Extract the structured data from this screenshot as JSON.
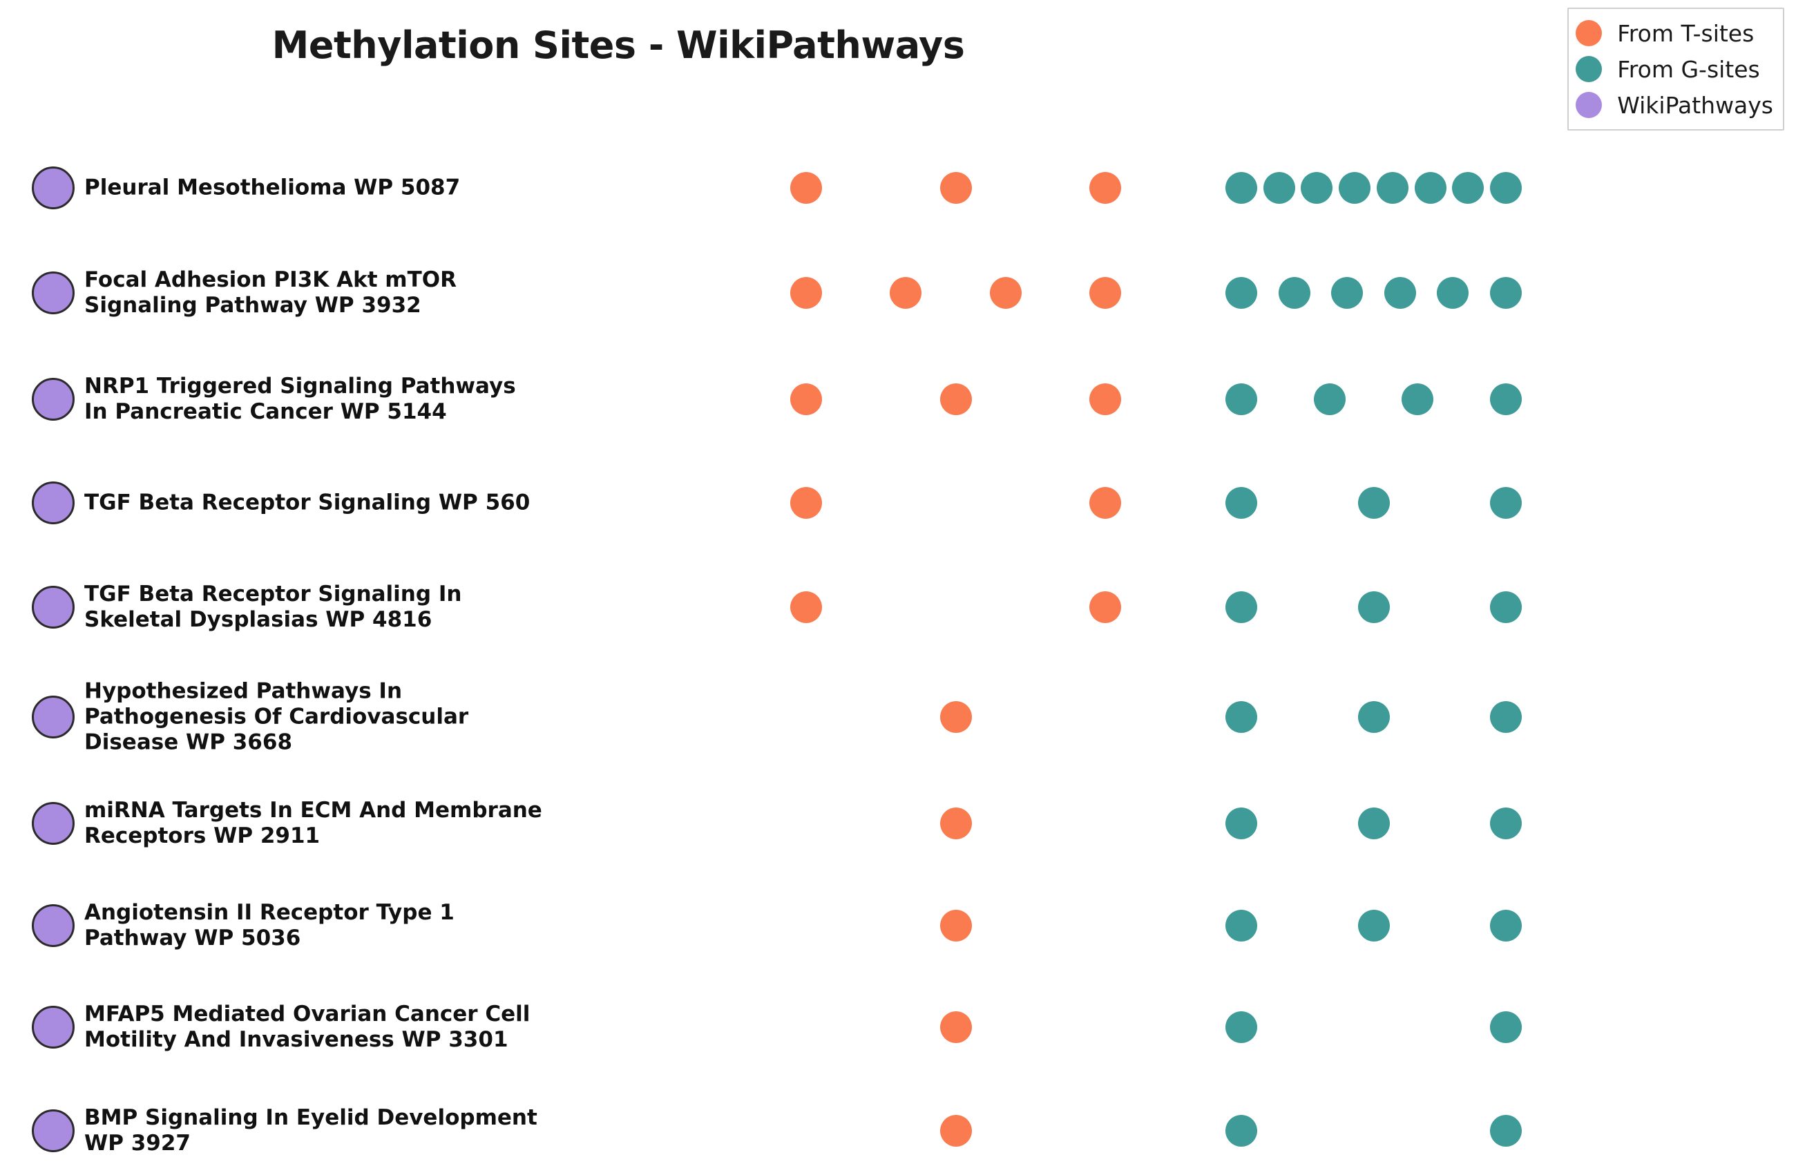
{
  "title": "Methylation Sites - WikiPathways",
  "colors": {
    "t_sites": "#F97B4F",
    "g_sites": "#3E9B97",
    "wikipathways": "#A98BE0",
    "node_border": "#2b2b2b",
    "background": "#ffffff",
    "text": "#111111"
  },
  "legend": {
    "position": "top-right",
    "items": [
      {
        "label": "From T-sites",
        "color": "#F97B4F",
        "marker": "circle"
      },
      {
        "label": "From G-sites",
        "color": "#3E9B97",
        "marker": "circle"
      },
      {
        "label": "WikiPathways",
        "color": "#A98BE0",
        "marker": "circle"
      }
    ]
  },
  "chart_data": {
    "type": "scatter",
    "title": "Methylation Sites - WikiPathways",
    "xlabel": "",
    "ylabel": "",
    "grid": false,
    "legend_position": "upper right",
    "series": [
      {
        "name": "From T-sites",
        "color": "#F97B4F"
      },
      {
        "name": "From G-sites",
        "color": "#3E9B97"
      },
      {
        "name": "WikiPathways",
        "color": "#A98BE0"
      }
    ],
    "categories": [
      "Pleural Mesothelioma WP 5087",
      "Focal Adhesion PI3K Akt mTOR Signaling Pathway WP 3932",
      "NRP1 Triggered Signaling Pathways In Pancreatic Cancer WP 5144",
      "TGF Beta Receptor Signaling WP 560",
      "TGF Beta Receptor Signaling In Skeletal Dysplasias WP 4816",
      "Hypothesized Pathways In Pathogenesis Of Cardiovascular Disease WP 3668",
      "miRNA Targets In ECM And Membrane Receptors WP 2911",
      "Angiotensin II Receptor Type 1 Pathway WP 5036",
      "MFAP5 Mediated Ovarian Cancer Cell Motility And Invasiveness WP 3301",
      "BMP Signaling In Eyelid Development WP 3927"
    ],
    "t_site_counts": [
      3,
      4,
      3,
      2,
      2,
      1,
      1,
      1,
      1,
      1
    ],
    "g_site_counts": [
      8,
      6,
      4,
      3,
      3,
      3,
      3,
      3,
      2,
      2
    ]
  },
  "rows": [
    {
      "label": "Pleural Mesothelioma WP 5087",
      "label_lines": [
        "Pleural Mesothelioma WP 5087"
      ],
      "y": 272,
      "t_sites": 3,
      "g_sites": 8
    },
    {
      "label": "Focal Adhesion PI3K Akt mTOR Signaling Pathway WP 3932",
      "label_lines": [
        "Focal Adhesion PI3K Akt mTOR",
        "Signaling Pathway WP 3932"
      ],
      "y": 424,
      "t_sites": 4,
      "g_sites": 6
    },
    {
      "label": "NRP1 Triggered Signaling Pathways In Pancreatic Cancer WP 5144",
      "label_lines": [
        "NRP1 Triggered Signaling Pathways",
        "In Pancreatic Cancer WP 5144"
      ],
      "y": 578,
      "t_sites": 3,
      "g_sites": 4
    },
    {
      "label": "TGF Beta Receptor Signaling WP 560",
      "label_lines": [
        "TGF Beta Receptor Signaling WP 560"
      ],
      "y": 728,
      "t_sites": 2,
      "g_sites": 3
    },
    {
      "label": "TGF Beta Receptor Signaling In Skeletal Dysplasias WP 4816",
      "label_lines": [
        "TGF Beta Receptor Signaling In",
        "Skeletal Dysplasias WP 4816"
      ],
      "y": 879,
      "t_sites": 2,
      "g_sites": 3
    },
    {
      "label": "Hypothesized Pathways In Pathogenesis Of Cardiovascular Disease WP 3668",
      "label_lines": [
        "Hypothesized Pathways In",
        "Pathogenesis Of Cardiovascular",
        "Disease WP 3668"
      ],
      "y": 1038,
      "t_sites": 1,
      "g_sites": 3
    },
    {
      "label": "miRNA Targets In ECM And Membrane Receptors WP 2911",
      "label_lines": [
        "miRNA Targets In ECM And Membrane",
        "Receptors WP 2911"
      ],
      "y": 1192,
      "t_sites": 1,
      "g_sites": 3
    },
    {
      "label": "Angiotensin II Receptor Type 1 Pathway WP 5036",
      "label_lines": [
        "Angiotensin II Receptor Type 1",
        "Pathway WP 5036"
      ],
      "y": 1340,
      "t_sites": 1,
      "g_sites": 3
    },
    {
      "label": "MFAP5 Mediated Ovarian Cancer Cell Motility And Invasiveness WP 3301",
      "label_lines": [
        "MFAP5 Mediated Ovarian Cancer Cell",
        "Motility And Invasiveness WP 3301"
      ],
      "y": 1487,
      "t_sites": 1,
      "g_sites": 2
    },
    {
      "label": "BMP Signaling In Eyelid Development WP 3927",
      "label_lines": [
        "BMP Signaling In Eyelid Development",
        "WP 3927"
      ],
      "y": 1637,
      "t_sites": 1,
      "g_sites": 2
    }
  ],
  "layout": {
    "t_span_start": 1167,
    "t_span_end": 1600,
    "g_span_start": 1797,
    "g_span_end": 2180
  }
}
